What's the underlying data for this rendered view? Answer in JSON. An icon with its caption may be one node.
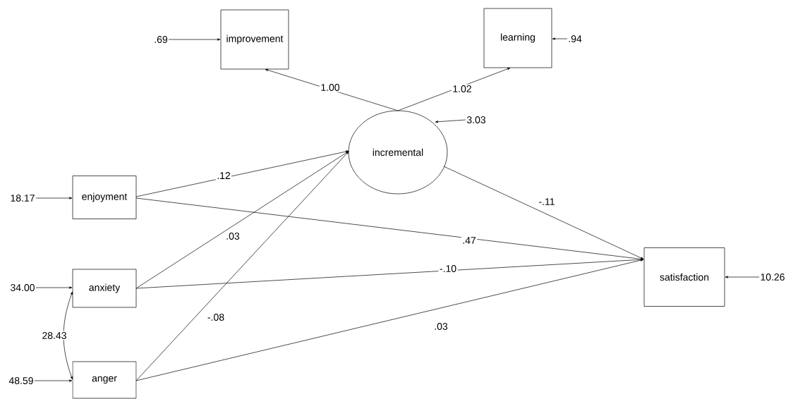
{
  "diagram": {
    "nodes": [
      {
        "text": [
          ".69"
        ]
      },
      {
        "text": [
          "improvement"
        ]
      },
      {
        "text": [
          "learning"
        ]
      },
      {
        "text": [
          ".94"
        ]
      },
      {
        "text": [
          "3.03"
        ]
      },
      {
        "text": [
          "incremental"
        ]
      },
      {
        "text": [
          "18.17"
        ]
      },
      {
        "text": [
          "enjoyment"
        ]
      },
      {
        "text": [
          "34.00"
        ]
      },
      {
        "text": [
          "anxiety"
        ]
      },
      {
        "text": [
          "48.59"
        ]
      },
      {
        "text": [
          "anger"
        ]
      },
      {
        "text": [
          "satisfaction"
        ]
      },
      {
        "text": [
          "10.26"
        ]
      }
    ],
    "edges": [
      {
        "from": 5,
        "to": 1,
        "arrow": "to",
        "label": "1.00"
      },
      {
        "from": 5,
        "to": 2,
        "arrow": "to",
        "label": "1.02"
      },
      {
        "from": 0,
        "to": 1,
        "arrow": "to"
      },
      {
        "from": 3,
        "to": 2,
        "arrow": "to"
      },
      {
        "from": 4,
        "to": 5,
        "arrow": "to"
      },
      {
        "from": 7,
        "to": 5,
        "arrow": "to",
        "label": ".12"
      },
      {
        "from": 9,
        "to": 5,
        "arrow": "to",
        "label": ".03"
      },
      {
        "from": 11,
        "to": 5,
        "arrow": "to",
        "label": "-.08"
      },
      {
        "from": 5,
        "to": 12,
        "arrow": "to",
        "label": "-.11"
      },
      {
        "from": 7,
        "to": 12,
        "arrow": "to",
        "label": ".47"
      },
      {
        "from": 9,
        "to": 12,
        "arrow": "to",
        "label": "-.10"
      },
      {
        "from": 11,
        "to": 12,
        "arrow": "to",
        "label": ".03"
      },
      {
        "from": 6,
        "to": 7,
        "arrow": "to"
      },
      {
        "from": 8,
        "to": 9,
        "arrow": "to"
      },
      {
        "from": 10,
        "to": 11,
        "arrow": "to"
      },
      {
        "from": 13,
        "to": 12,
        "arrow": "to"
      },
      {
        "from": 9,
        "to": 11,
        "arrow": "both",
        "label": "28.43"
      }
    ]
  }
}
